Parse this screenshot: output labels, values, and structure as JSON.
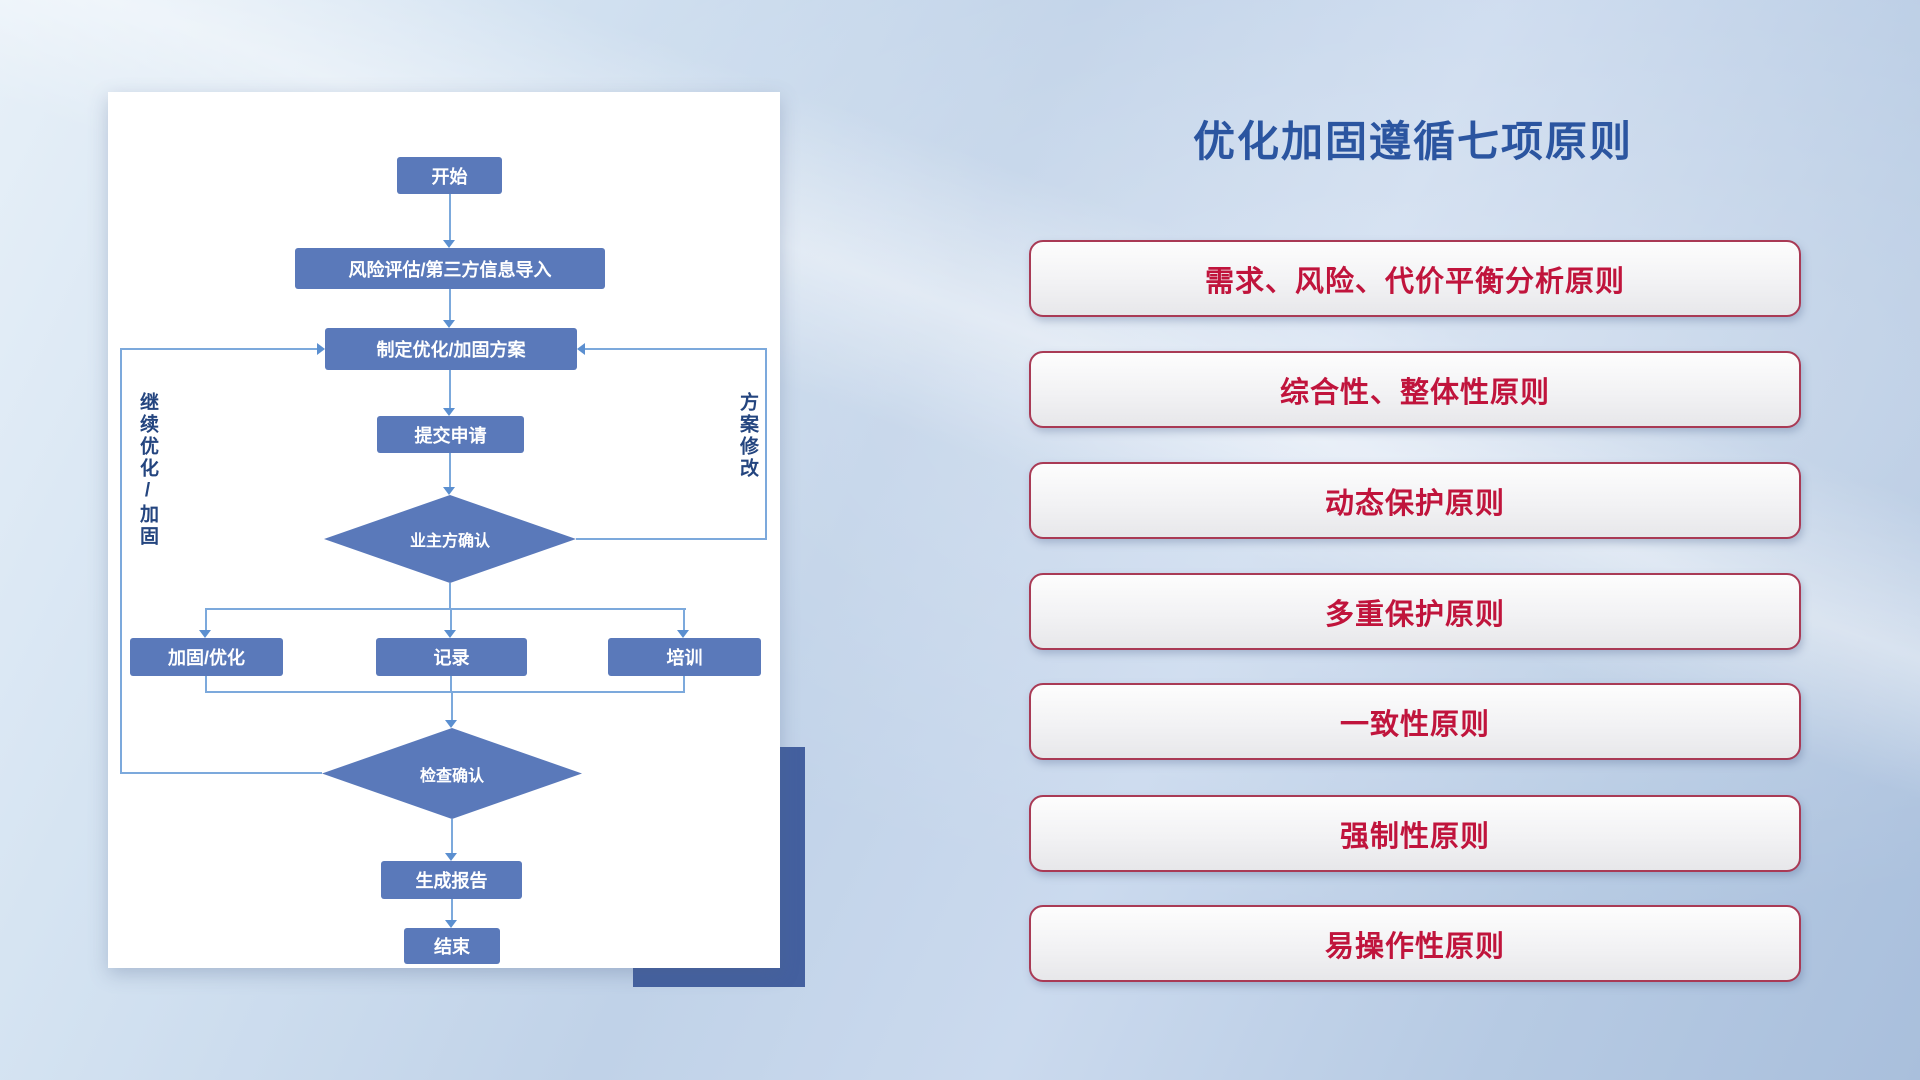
{
  "title": "优化加固遵循七项原则",
  "flowchart": {
    "nodes": {
      "start": "开始",
      "risk": "风险评估/第三方信息导入",
      "plan": "制定优化/加固方案",
      "submit": "提交申请",
      "owner_confirm": "业主方确认",
      "harden": "加固/优化",
      "record": "记录",
      "training": "培训",
      "check_confirm": "检查确认",
      "report": "生成报告",
      "end": "结束"
    },
    "labels": {
      "left_loop": "继续优化/加固",
      "right_loop": "方案修改"
    }
  },
  "principles": [
    "需求、风险、代价平衡分析原则",
    "综合性、整体性原则",
    "动态保护原则",
    "多重保护原则",
    "一致性原则",
    "强制性原则",
    "易操作性原则"
  ],
  "colors": {
    "node_fill": "#5a79ba",
    "connector": "#7ca9dc",
    "title_blue": "#2b55a0",
    "principle_border": "#a93a55",
    "principle_text": "#c0143c",
    "card_shadow_block": "#44609f"
  }
}
